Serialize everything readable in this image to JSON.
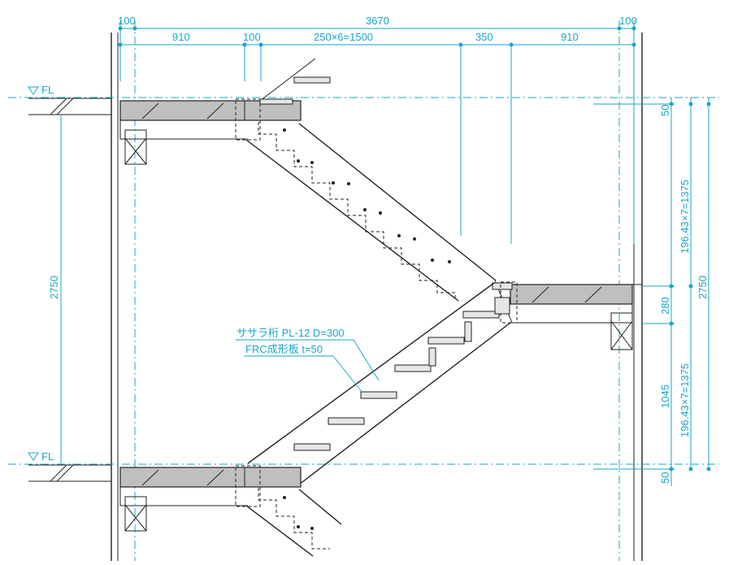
{
  "dimensions": {
    "top_total": "3670",
    "top_left_offset": "100",
    "top_right_offset": "100",
    "second_row": [
      "910",
      "100",
      "250×6=1500",
      "350",
      "910"
    ],
    "left_height": "2750",
    "right_outer_height": "2750",
    "right_upper_risers": "196.43×7=1375",
    "right_lower_risers": "196.43×7=1375",
    "right_top_50": "50",
    "right_landing_280": "280",
    "right_1045": "1045",
    "right_bottom_50": "50"
  },
  "levels": {
    "upper_fl": "FL",
    "lower_fl": "FL"
  },
  "annotations": {
    "stringer": "ササラ桁 PL-12 D=300",
    "tread_panel": "FRC成形板 t=50"
  },
  "colors": {
    "dimension": "#1aa6c8",
    "linework": "#222222",
    "slab_fill": "#bfbfbf"
  }
}
